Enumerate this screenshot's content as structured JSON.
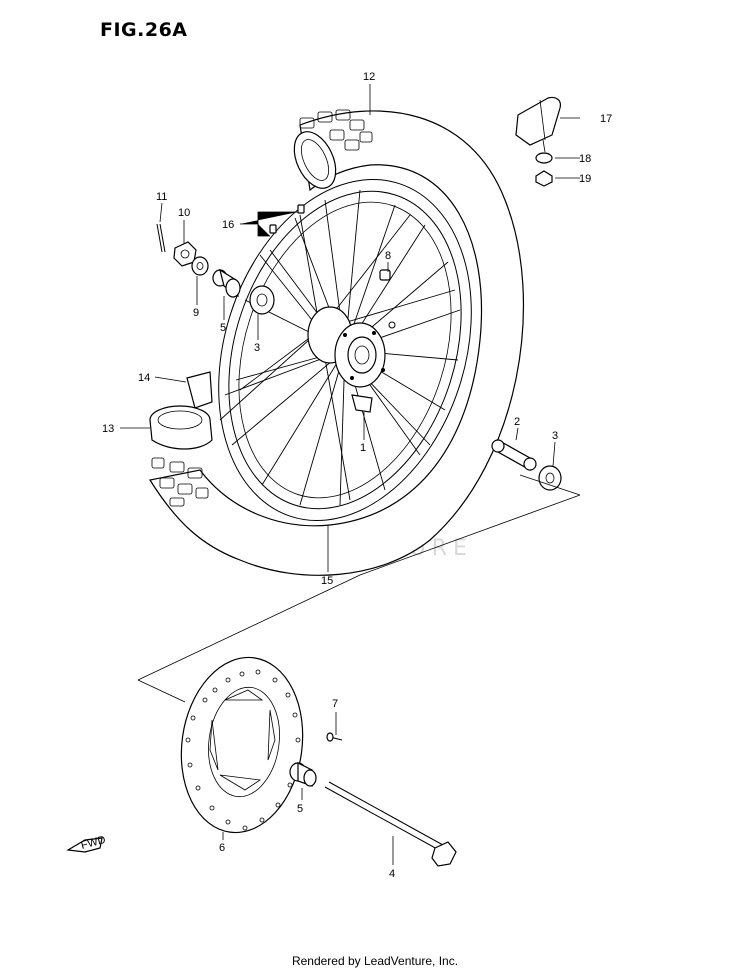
{
  "figure_title": "FIG.26A",
  "footer": "Rendered by LeadVenture, Inc.",
  "watermark": "LEADVENTURE",
  "fwd_label": "FWD",
  "callouts": [
    "1",
    "2",
    "3",
    "3",
    "4",
    "5",
    "5",
    "6",
    "7",
    "8",
    "9",
    "10",
    "11",
    "12",
    "13",
    "14",
    "15",
    "16",
    "17",
    "18",
    "19"
  ],
  "parts": {
    "p1": "1",
    "p2": "2",
    "p3a": "3",
    "p3b": "3",
    "p4": "4",
    "p5a": "5",
    "p5b": "5",
    "p6": "6",
    "p7": "7",
    "p8": "8",
    "p9": "9",
    "p10": "10",
    "p11": "11",
    "p12": "12",
    "p13": "13",
    "p14": "14",
    "p15": "15",
    "p16": "16",
    "p17": "17",
    "p18": "18",
    "p19": "19"
  }
}
